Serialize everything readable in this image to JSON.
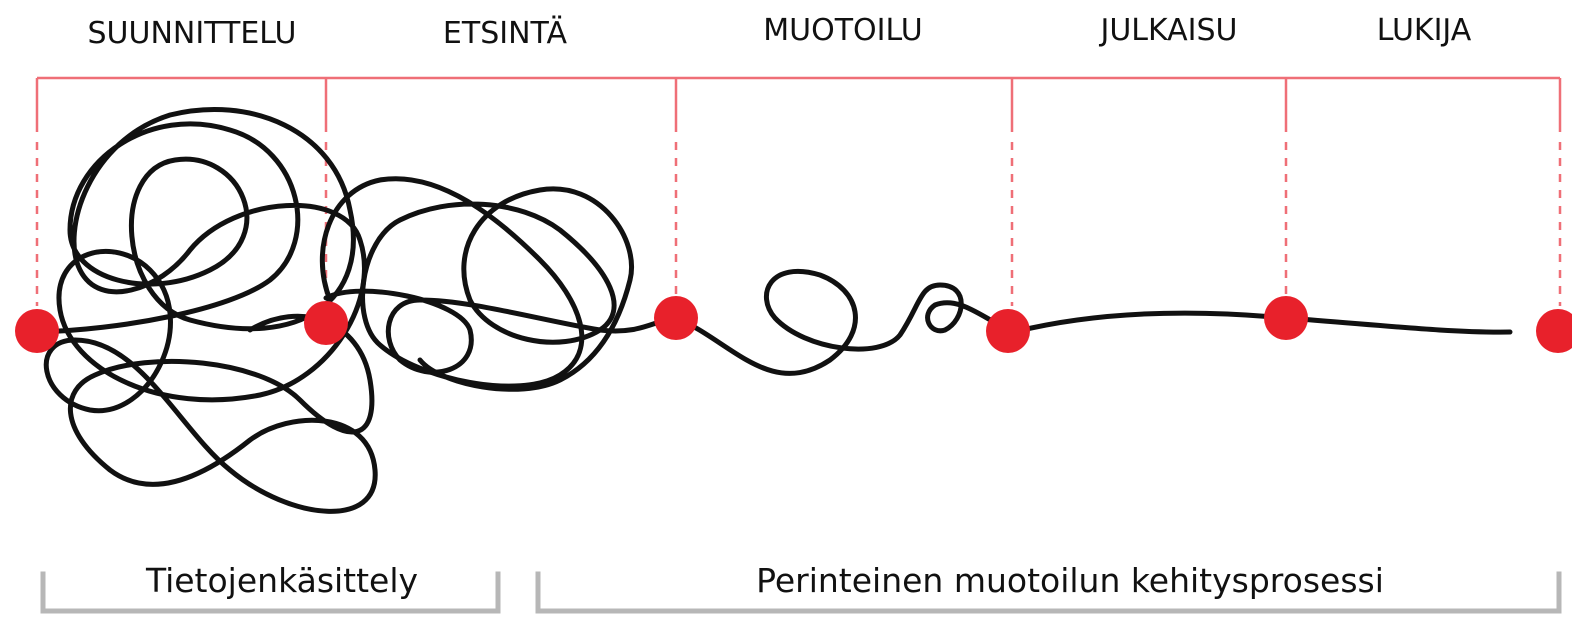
{
  "phases": [
    "SUUNNITTELU",
    "ETSINTÄ",
    "MUOTOILU",
    "JULKAISU",
    "LUKIJA"
  ],
  "groups": [
    "Tietojenkäsittely",
    "Perinteinen muotoilun kehitysprosessi"
  ],
  "colors": {
    "timeline": "#ef6f77",
    "milestone": "#e8212b",
    "path": "#111111",
    "bracket": "#b7b7b7"
  }
}
